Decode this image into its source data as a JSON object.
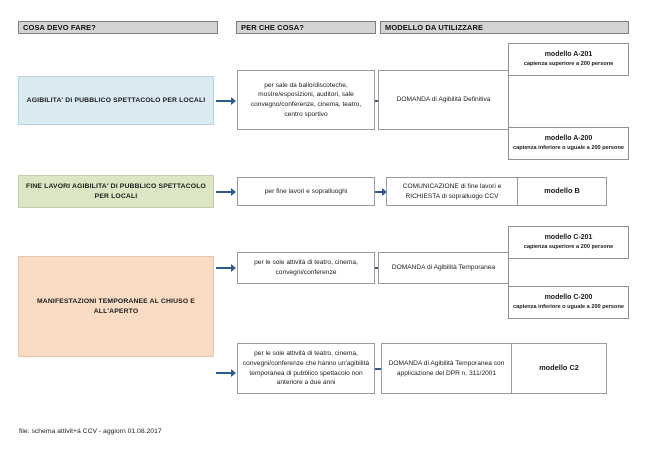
{
  "document": {
    "footer_note": "file: schema attivit+á CCV - aggiorn 01.08.2017"
  },
  "headers": [
    {
      "id": "cosa-devo-fare",
      "label": "COSA DEVO FARE?"
    },
    {
      "id": "per-che-cosa",
      "label": "PER CHE COSA?"
    },
    {
      "id": "modello-da-utilizzare",
      "label": "MODELLO DA UTILIZZARE"
    }
  ],
  "colors": {
    "header_fill": "#d4d4d4",
    "header_border": "#7f7f7f",
    "arrow": "#2c5c91",
    "box_border": "#9a9a9a",
    "category_blue": "#daeaf2",
    "category_green": "#dde6c4",
    "category_orange": "#fadcc4"
  },
  "rows": [
    {
      "id": "agibilita-pubblico-spettacolo-locali",
      "category": "AGIBILITA' DI PUBBLICO SPETTACOLO PER LOCALI",
      "category_color": "blue",
      "purpose": "per sale da ballo/discoteche, mostre/esposizioni, auditori, sale convegno/conferenze, cinema, teatro, centro sportivo",
      "model_request": "DOMANDA di Agibilità Definitiva",
      "models": [
        {
          "title": "modello A-201",
          "subtitle": "capienza superiore a 200 persone"
        },
        {
          "title": "modello A-200",
          "subtitle": "capienza inferiore o uguale a 200 persone"
        }
      ]
    },
    {
      "id": "fine-lavori-agibilita",
      "category": "FINE LAVORI AGIBILITA' DI PUBBLICO SPETTACOLO PER LOCALI",
      "category_color": "green",
      "purpose": "per fine lavori e sopralluoghi",
      "model_request": "COMUNICAZIONE di fine lavori e RICHIESTA di sopralluogo CCV",
      "models": [
        {
          "title": "modello B",
          "subtitle": ""
        }
      ]
    },
    {
      "id": "manifestazioni-temporanee",
      "category": "MANIFESTAZIONI TEMPORANEE AL CHIUSO E ALL'APERTO",
      "category_color": "orange",
      "branches": [
        {
          "purpose": "per le sole attività di teatro, cinema, convegni/conferenze",
          "model_request": "DOMANDA di Agibilità Temporanea",
          "models": [
            {
              "title": "modello C-201",
              "subtitle": "capienza superiore a 200 persone"
            },
            {
              "title": "modello C-200",
              "subtitle": "capienza inferiore o uguale a 200 persone"
            }
          ]
        },
        {
          "purpose": "per le sole attività di teatro, cinema, convegni/conferenze che hanno un'agibilità temporanea di pubblico spettacolo non anteriore a due anni",
          "model_request": "DOMANDA di Agibilità Temporanea con applicazione del DPR n. 311/2001",
          "models": [
            {
              "title": "modello C2",
              "subtitle": ""
            }
          ]
        }
      ]
    }
  ]
}
